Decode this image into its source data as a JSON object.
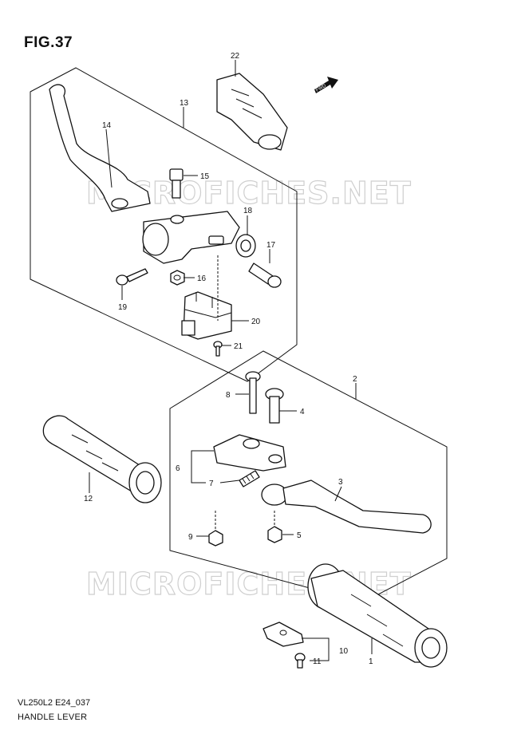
{
  "figure": {
    "title": "FIG.37"
  },
  "footer": {
    "code": "VL250L2 E24_037",
    "name": "HANDLE LEVER"
  },
  "watermark": {
    "text": "MICROFICHES.NET"
  },
  "fwd_arrow": {
    "label": "FWD"
  },
  "callouts": [
    "22",
    "13",
    "14",
    "15",
    "18",
    "17",
    "16",
    "19",
    "20",
    "21",
    "2",
    "8",
    "4",
    "6",
    "7",
    "3",
    "12",
    "9",
    "5",
    "10",
    "11",
    "1"
  ]
}
